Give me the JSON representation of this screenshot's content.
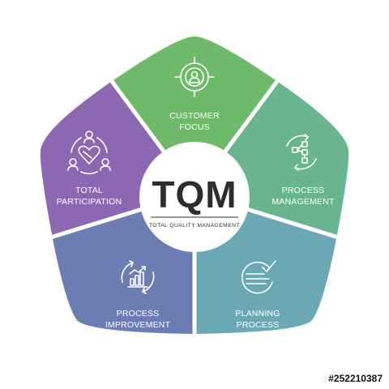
{
  "center": {
    "title": "TQM",
    "subtitle": "TOTAL QUALITY MANAGEMENT"
  },
  "segments": [
    {
      "id": "customer-focus",
      "line1": "CUSTOMER",
      "line2": "FOCUS",
      "color": "#6dbb6a",
      "icon": "target-person-icon"
    },
    {
      "id": "process-management",
      "line1": "PROCESS",
      "line2": "MANAGEMENT",
      "color": "#69b58f",
      "icon": "process-flow-icon"
    },
    {
      "id": "planning-process",
      "line1": "PLANNING",
      "line2": "PROCESS",
      "color": "#6aa8b4",
      "icon": "planning-checklist-icon"
    },
    {
      "id": "process-improvement",
      "line1": "PROCESS",
      "line2": "IMPROVEMENT",
      "color": "#6c7db4",
      "icon": "bar-chart-growth-icon"
    },
    {
      "id": "total-participation",
      "line1": "TOTAL",
      "line2": "PARTICIPATION",
      "color": "#8c68b3",
      "icon": "team-heart-icon"
    }
  ],
  "footer": {
    "stock_id": "#252210387"
  }
}
